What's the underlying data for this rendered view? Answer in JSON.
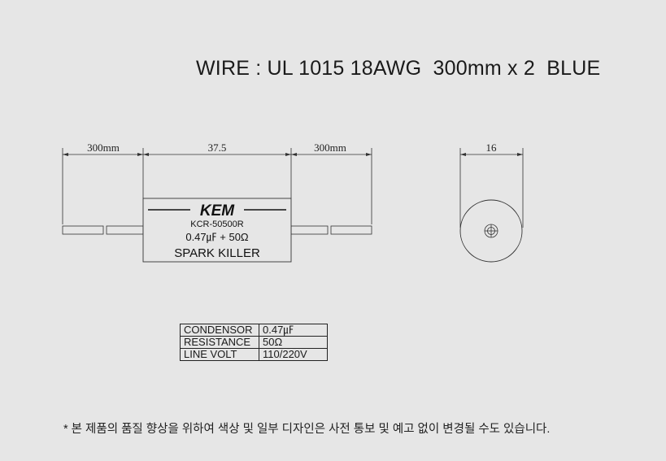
{
  "wire_spec": "WIRE : UL 1015 18AWG  300mm x 2  BLUE",
  "dimensions": {
    "left_lead": "300mm",
    "body_length": "37.5",
    "right_lead": "300mm",
    "diameter": "16"
  },
  "component": {
    "brand": "KEM",
    "model": "KCR-50500R",
    "rating": "0.47㎌ + 50Ω",
    "name": "SPARK KILLER"
  },
  "spec_table": [
    {
      "label": "CONDENSOR",
      "value": "0.47㎌"
    },
    {
      "label": "RESISTANCE",
      "value": "50Ω"
    },
    {
      "label": "LINE VOLT",
      "value": "110/220V"
    }
  ],
  "disclaimer": "* 본 제품의 품질 향상을 위하여 색상 및 일부 디자인은 사전 통보 및 예고 없이 변경될 수도 있습니다."
}
